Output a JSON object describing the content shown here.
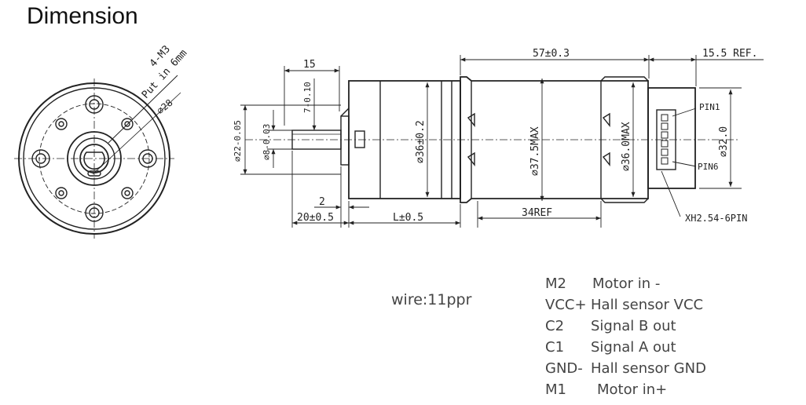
{
  "title": "Dimension",
  "front_view": {
    "hole_note_line1": "4-M3",
    "hole_note_line2": "Put in 6mm",
    "pcd": "⌀28"
  },
  "side_view": {
    "dim_15": "15",
    "dim_57": "57±0.3",
    "dim_155": "15.5 REF.",
    "dim_7": "7-0.10",
    "dim_22": "⌀22-0.05",
    "dim_8": "⌀8-0.03",
    "dim_36_2": "⌀36±0.2",
    "dim_37_5": "⌀37.5MAX",
    "dim_36_0": "⌀36.0MAX",
    "dim_32": "⌀32.0",
    "dim_2": "2",
    "dim_20": "20±0.5",
    "dim_L": "L±0.5",
    "dim_34": "34REF",
    "pin1": "PIN1",
    "pin6": "PIN6",
    "connector": "XH2.54-6PIN"
  },
  "wire_note": "wire:11ppr",
  "pins": [
    {
      "code": "M2",
      "desc": "Motor in -"
    },
    {
      "code": "VCC+",
      "desc": "Hall sensor VCC"
    },
    {
      "code": "C2",
      "desc": "Signal B out"
    },
    {
      "code": "C1",
      "desc": "Signal A out"
    },
    {
      "code": "GND-",
      "desc": "Hall sensor GND"
    },
    {
      "code": "M1",
      "desc": "Motor  in+"
    }
  ]
}
